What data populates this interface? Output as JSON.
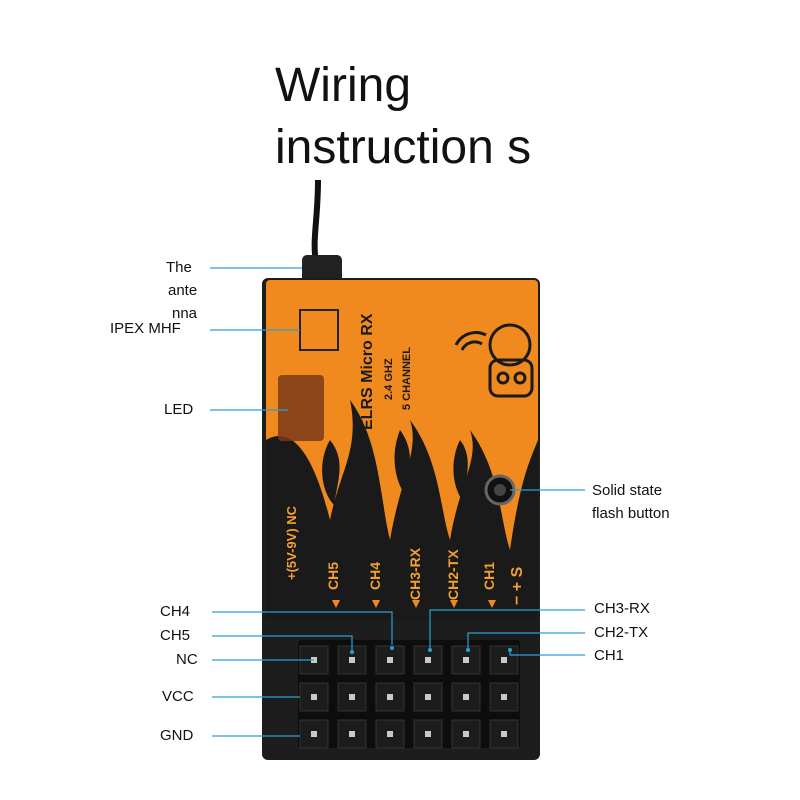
{
  "title": "Wiring instruction s",
  "device": {
    "name": "ELRS Micro RX",
    "freq": "2.4 GHZ",
    "channels_text": "5 CHANNEL",
    "power_label": "+(5V-9V) NC",
    "gnd_sign": "−",
    "ch5": "CH5",
    "ch4": "CH4",
    "ch3": "CH3-RX",
    "ch2": "CH2-TX",
    "ch1": "CH1",
    "sym": "− + S"
  },
  "labels": {
    "antenna_1": "The",
    "antenna_2": "ante",
    "antenna_3": "nna",
    "ipex": "IPEX MHF",
    "led": "LED",
    "button_1": "Solid state",
    "button_2": "flash button",
    "ch4": "CH4",
    "ch5": "CH5",
    "nc": "NC",
    "vcc": "VCC",
    "gnd": "GND",
    "ch3rx": "CH3-RX",
    "ch2tx": "CH2-TX",
    "ch1": "CH1"
  },
  "colors": {
    "board": "#f08a1e",
    "flame": "#1a1a1a",
    "line": "#2a9fd6",
    "pin": "#c9c9c9"
  }
}
